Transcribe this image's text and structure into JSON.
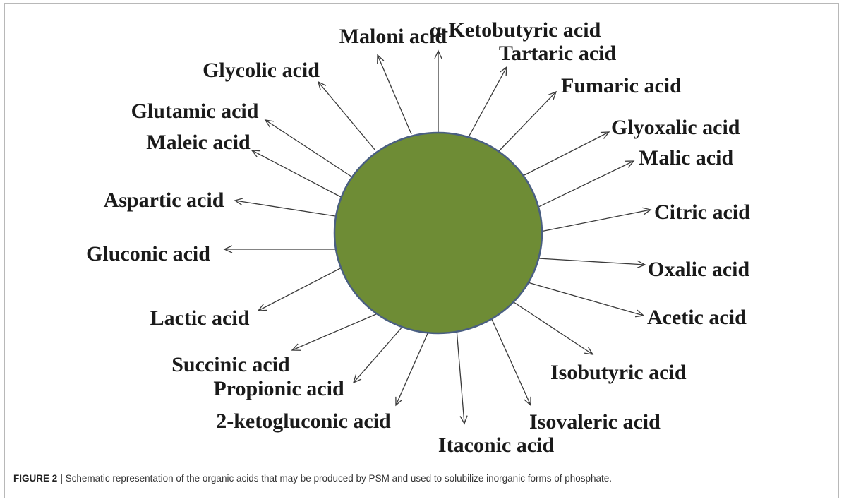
{
  "figure": {
    "label": "FIGURE 2 |",
    "caption": "Schematic representation of the organic acids that may be produced by PSM and used to solubilize inorganic forms of phosphate."
  },
  "colors": {
    "circle_fill": "#6e8c35",
    "circle_stroke": "#4a5f82",
    "arrow": "#3a3a3a",
    "label_text": "#1a1a1a"
  },
  "acids": [
    {
      "name": "Maloni acid"
    },
    {
      "name": "α-Ketobutyric acid"
    },
    {
      "name": "Tartaric acid"
    },
    {
      "name": "Fumaric acid"
    },
    {
      "name": "Glyoxalic acid"
    },
    {
      "name": "Malic acid"
    },
    {
      "name": "Citric acid"
    },
    {
      "name": "Oxalic acid"
    },
    {
      "name": "Acetic acid"
    },
    {
      "name": "Isobutyric acid"
    },
    {
      "name": "Isovaleric acid"
    },
    {
      "name": "Itaconic acid"
    },
    {
      "name": "2-ketogluconic acid"
    },
    {
      "name": "Propionic acid"
    },
    {
      "name": "Succinic acid"
    },
    {
      "name": "Lactic acid"
    },
    {
      "name": "Gluconic acid"
    },
    {
      "name": "Aspartic acid"
    },
    {
      "name": "Maleic acid"
    },
    {
      "name": "Glutamic acid"
    },
    {
      "name": "Glycolic acid"
    }
  ]
}
